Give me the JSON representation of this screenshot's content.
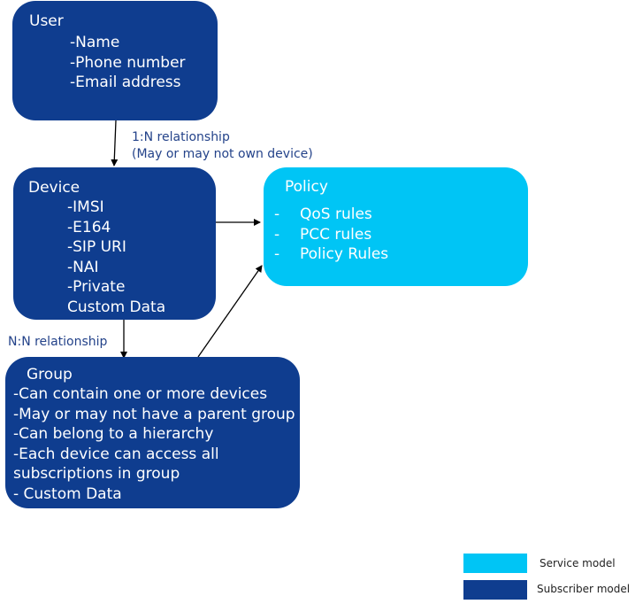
{
  "colors": {
    "subscriber_model": "#0f3d8f",
    "service_model": "#00c5f5",
    "relationship_text": "#24438a",
    "arrow": "#000000"
  },
  "user_box": {
    "title": "User",
    "items": [
      "-Name",
      "-Phone number",
      "-Email address"
    ]
  },
  "device_box": {
    "title": "Device",
    "items": [
      "-IMSI",
      "-E164",
      "-SIP URI",
      "-NAI",
      "-Private",
      "Custom Data"
    ]
  },
  "group_box": {
    "title": "Group",
    "items": [
      "-Can contain one or more devices",
      "-May or may not have a parent group",
      "-Can belong to a hierarchy",
      "-Each device can access all",
      "subscriptions in group",
      "- Custom Data"
    ]
  },
  "policy_box": {
    "title": "Policy",
    "bullet": "-",
    "items": [
      "QoS rules",
      "PCC rules",
      "Policy Rules"
    ]
  },
  "relationships": {
    "user_device_line1": "1:N relationship",
    "user_device_line2": "(May or may not own device)",
    "device_group": "N:N relationship"
  },
  "legend": {
    "service_label": "Service model",
    "subscriber_label": "Subscriber model"
  }
}
